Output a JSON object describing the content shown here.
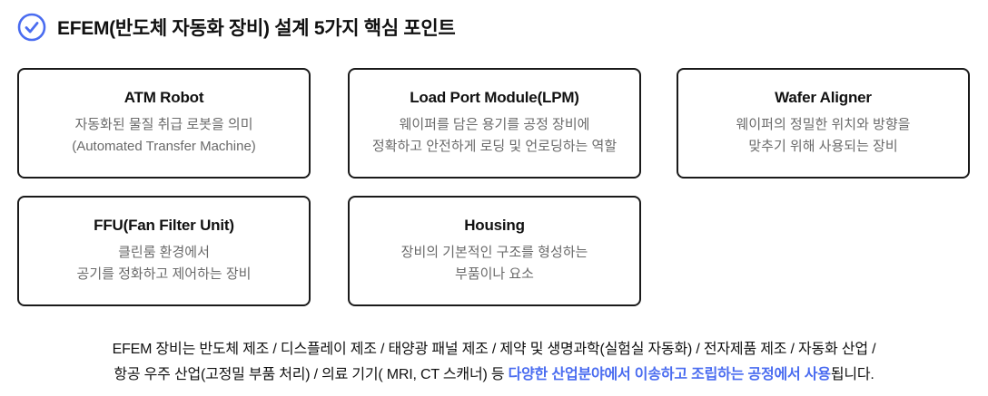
{
  "header": {
    "icon": "check-circle-icon",
    "icon_color": "#4a6cf0",
    "title": "EFEM(반도체 자동화 장비) 설계 5가지 핵심 포인트"
  },
  "cards": [
    {
      "title": "ATM Robot",
      "lines": [
        "자동화된 물질 취급 로봇을 의미",
        "(Automated Transfer Machine)"
      ]
    },
    {
      "title": "Load Port Module(LPM)",
      "lines": [
        "웨이퍼를 담은 용기를 공정 장비에",
        "정확하고 안전하게 로딩 및 언로딩하는 역할"
      ]
    },
    {
      "title": "Wafer Aligner",
      "lines": [
        "웨이퍼의 정밀한 위치와 방향을",
        "맞추기 위해 사용되는 장비"
      ]
    },
    {
      "title": "FFU(Fan Filter Unit)",
      "lines": [
        "클린룸 환경에서",
        "공기를 정화하고 제어하는 장비"
      ]
    },
    {
      "title": "Housing",
      "lines": [
        "장비의 기본적인 구조를 형성하는",
        "부품이나 요소"
      ]
    }
  ],
  "footer": {
    "line1": "EFEM 장비는 반도체 제조 / 디스플레이 제조 / 태양광 패널 제조 / 제약 및 생명과학(실험실 자동화) / 전자제품 제조 / 자동화 산업 /",
    "line2_prefix": "항공 우주 산업(고정밀 부품 처리) / 의료 기기( MRI, CT 스캐너) 등 ",
    "line2_highlight": "다양한 산업분야에서 이송하고 조립하는 공정에서 사용",
    "line2_suffix": "됩니다.",
    "highlight_color": "#4a6cf0"
  }
}
